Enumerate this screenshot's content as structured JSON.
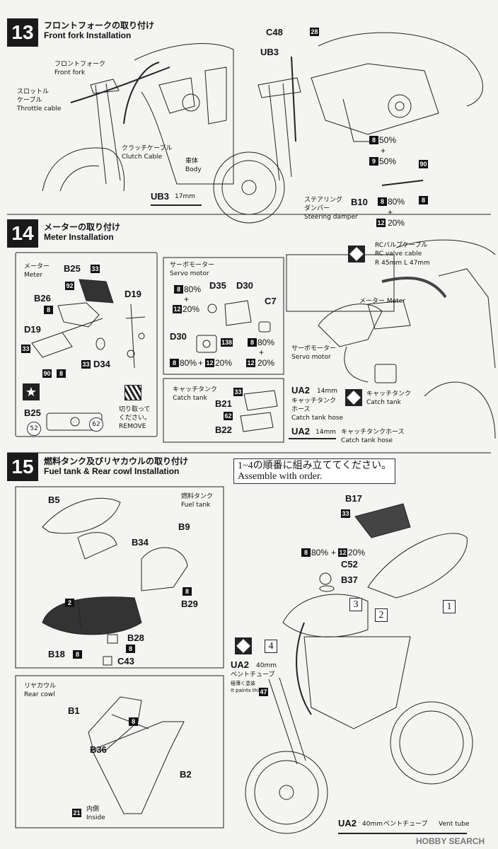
{
  "steps": [
    {
      "num": "13",
      "title_jp": "フロントフォークの取り付け",
      "title_en": "Front fork Installation"
    },
    {
      "num": "14",
      "title_jp": "メーターの取り付け",
      "title_en": "Meter Installation"
    },
    {
      "num": "15",
      "title_jp": "燃料タンク及びリヤカウルの取り付け",
      "title_en": "Fuel tank & Rear cowl Installation"
    }
  ],
  "s13": {
    "front_fork_jp": "フロントフォーク",
    "front_fork_en": "Front fork",
    "throttle_jp1": "スロットル",
    "throttle_jp2": "ケーブル",
    "throttle_en": "Throttle cable",
    "clutch_jp": "クラッチケーブル",
    "clutch_en": "Clutch Cable",
    "body_jp": "車体",
    "body_en": "Body",
    "ub3_len": "UB3",
    "ub3_mm": "17mm",
    "c48": "C48",
    "c48_color": "28",
    "ub3": "UB3",
    "mix1_a": "8",
    "mix1_a_pct": "50%",
    "mix1_plus": "+",
    "mix1_b": "9",
    "mix1_b_pct": "50%",
    "color90": "90",
    "color8": "8",
    "damper_jp1": "ステアリング",
    "damper_jp2": "ダンパー",
    "damper_en": "Steering damper",
    "b10": "B10",
    "mix2_a": "8",
    "mix2_a_pct": "80%",
    "mix2_plus": "+",
    "mix2_b": "12",
    "mix2_b_pct": "20%"
  },
  "s14": {
    "meter_jp": "メーター",
    "meter_en": "Meter",
    "b25": "B25",
    "b25_c1": "33",
    "b25_c2": "92",
    "b26": "B26",
    "b26_c": "8",
    "d19": "D19",
    "d19b": "D19",
    "d19b_c": "33",
    "d34": "D34",
    "d34_c": "33",
    "c90": "90",
    "c8": "8",
    "decal_b25": "B25",
    "decal_52": "52",
    "decal_62": "62",
    "cut_jp1": "切り取って",
    "cut_jp2": "ください。",
    "cut_en": "REMOVE",
    "servo_jp": "サーボモーター",
    "servo_en": "Servo motor",
    "d35": "D35",
    "d30": "D30",
    "c7": "C7",
    "m1_a": "8",
    "m1_a_pct": "80%",
    "m1_plus": "+",
    "m1_b": "12",
    "m1_b_pct": "20%",
    "d30b": "D30",
    "d30b_c": "138",
    "m2_a": "8",
    "m2_a_pct": "80%",
    "m2_plus": "+",
    "m2_b": "12",
    "m2_b_pct": "20%",
    "m3_a": "8",
    "m3_a_pct": "80%",
    "m3_plus": "+",
    "m3_b": "12",
    "m3_b_pct": "20%",
    "catch_jp": "キャッチタンク",
    "catch_en": "Catch tank",
    "b21": "B21",
    "b21_c": "33",
    "b22": "B22",
    "b22_c": "62",
    "rc_jp": "RCバルブケーブル",
    "rc_en": "RC valve cable",
    "rc_len": "R 45mm  L 47mm",
    "meter2_jp": "メーター Meter",
    "servo2_jp": "サーボモーター",
    "servo2_en": "Servo motor",
    "ua2": "UA2",
    "ua2_mm": "14mm",
    "ua2_jp1": "キャッチタンク",
    "ua2_jp2": "ホース",
    "ua2_en": "Catch tank hose",
    "catch2_jp": "キャッチタンク",
    "catch2_en": "Catch tank",
    "ua2_line": "UA2",
    "ua2_line_mm": "14mm",
    "ua2_line_jp": "キャッチタンクホース",
    "ua2_line_en": "Catch tank hose"
  },
  "s15": {
    "order_jp": "1~4の順番に組み立ててください。",
    "order_en": "Assemble with order.",
    "b5": "B5",
    "fuel_jp": "燃料タンク",
    "fuel_en": "Fuel tank",
    "b9": "B9",
    "b34": "B34",
    "c8": "8",
    "b29": "B29",
    "c2": "2",
    "b28": "B28",
    "c8b": "8",
    "b18": "B18",
    "b18_c": "8",
    "c43": "C43",
    "rear_jp": "リヤカウル",
    "rear_en": "Rear cowl",
    "b1": "B1",
    "b36": "B36",
    "b36_c": "8",
    "b2": "B2",
    "inside_c": "21",
    "inside_jp": "内側",
    "inside_en": "Inside",
    "b17": "B17",
    "b17_c": "33",
    "mix_a": "8",
    "mix_a_pct": "80%",
    "mix_plus": "+",
    "mix_b": "12",
    "mix_b_pct": "20%",
    "c52": "C52",
    "b37": "B37",
    "o1": "1",
    "o2": "2",
    "o3": "3",
    "o4": "4",
    "ua2": "UA2",
    "ua2_mm": "40mm",
    "vent_jp": "ベントチューブ",
    "paint_jp": "極薄く塗装",
    "paint_en": "It paints thinly",
    "paint_c": "47",
    "bottom_ua2": "UA2",
    "bottom_mm": "40mm",
    "bottom_jp": "ベントチューブ",
    "bottom_en": "Vent tube"
  },
  "watermark": "HOBBY SEARCH"
}
